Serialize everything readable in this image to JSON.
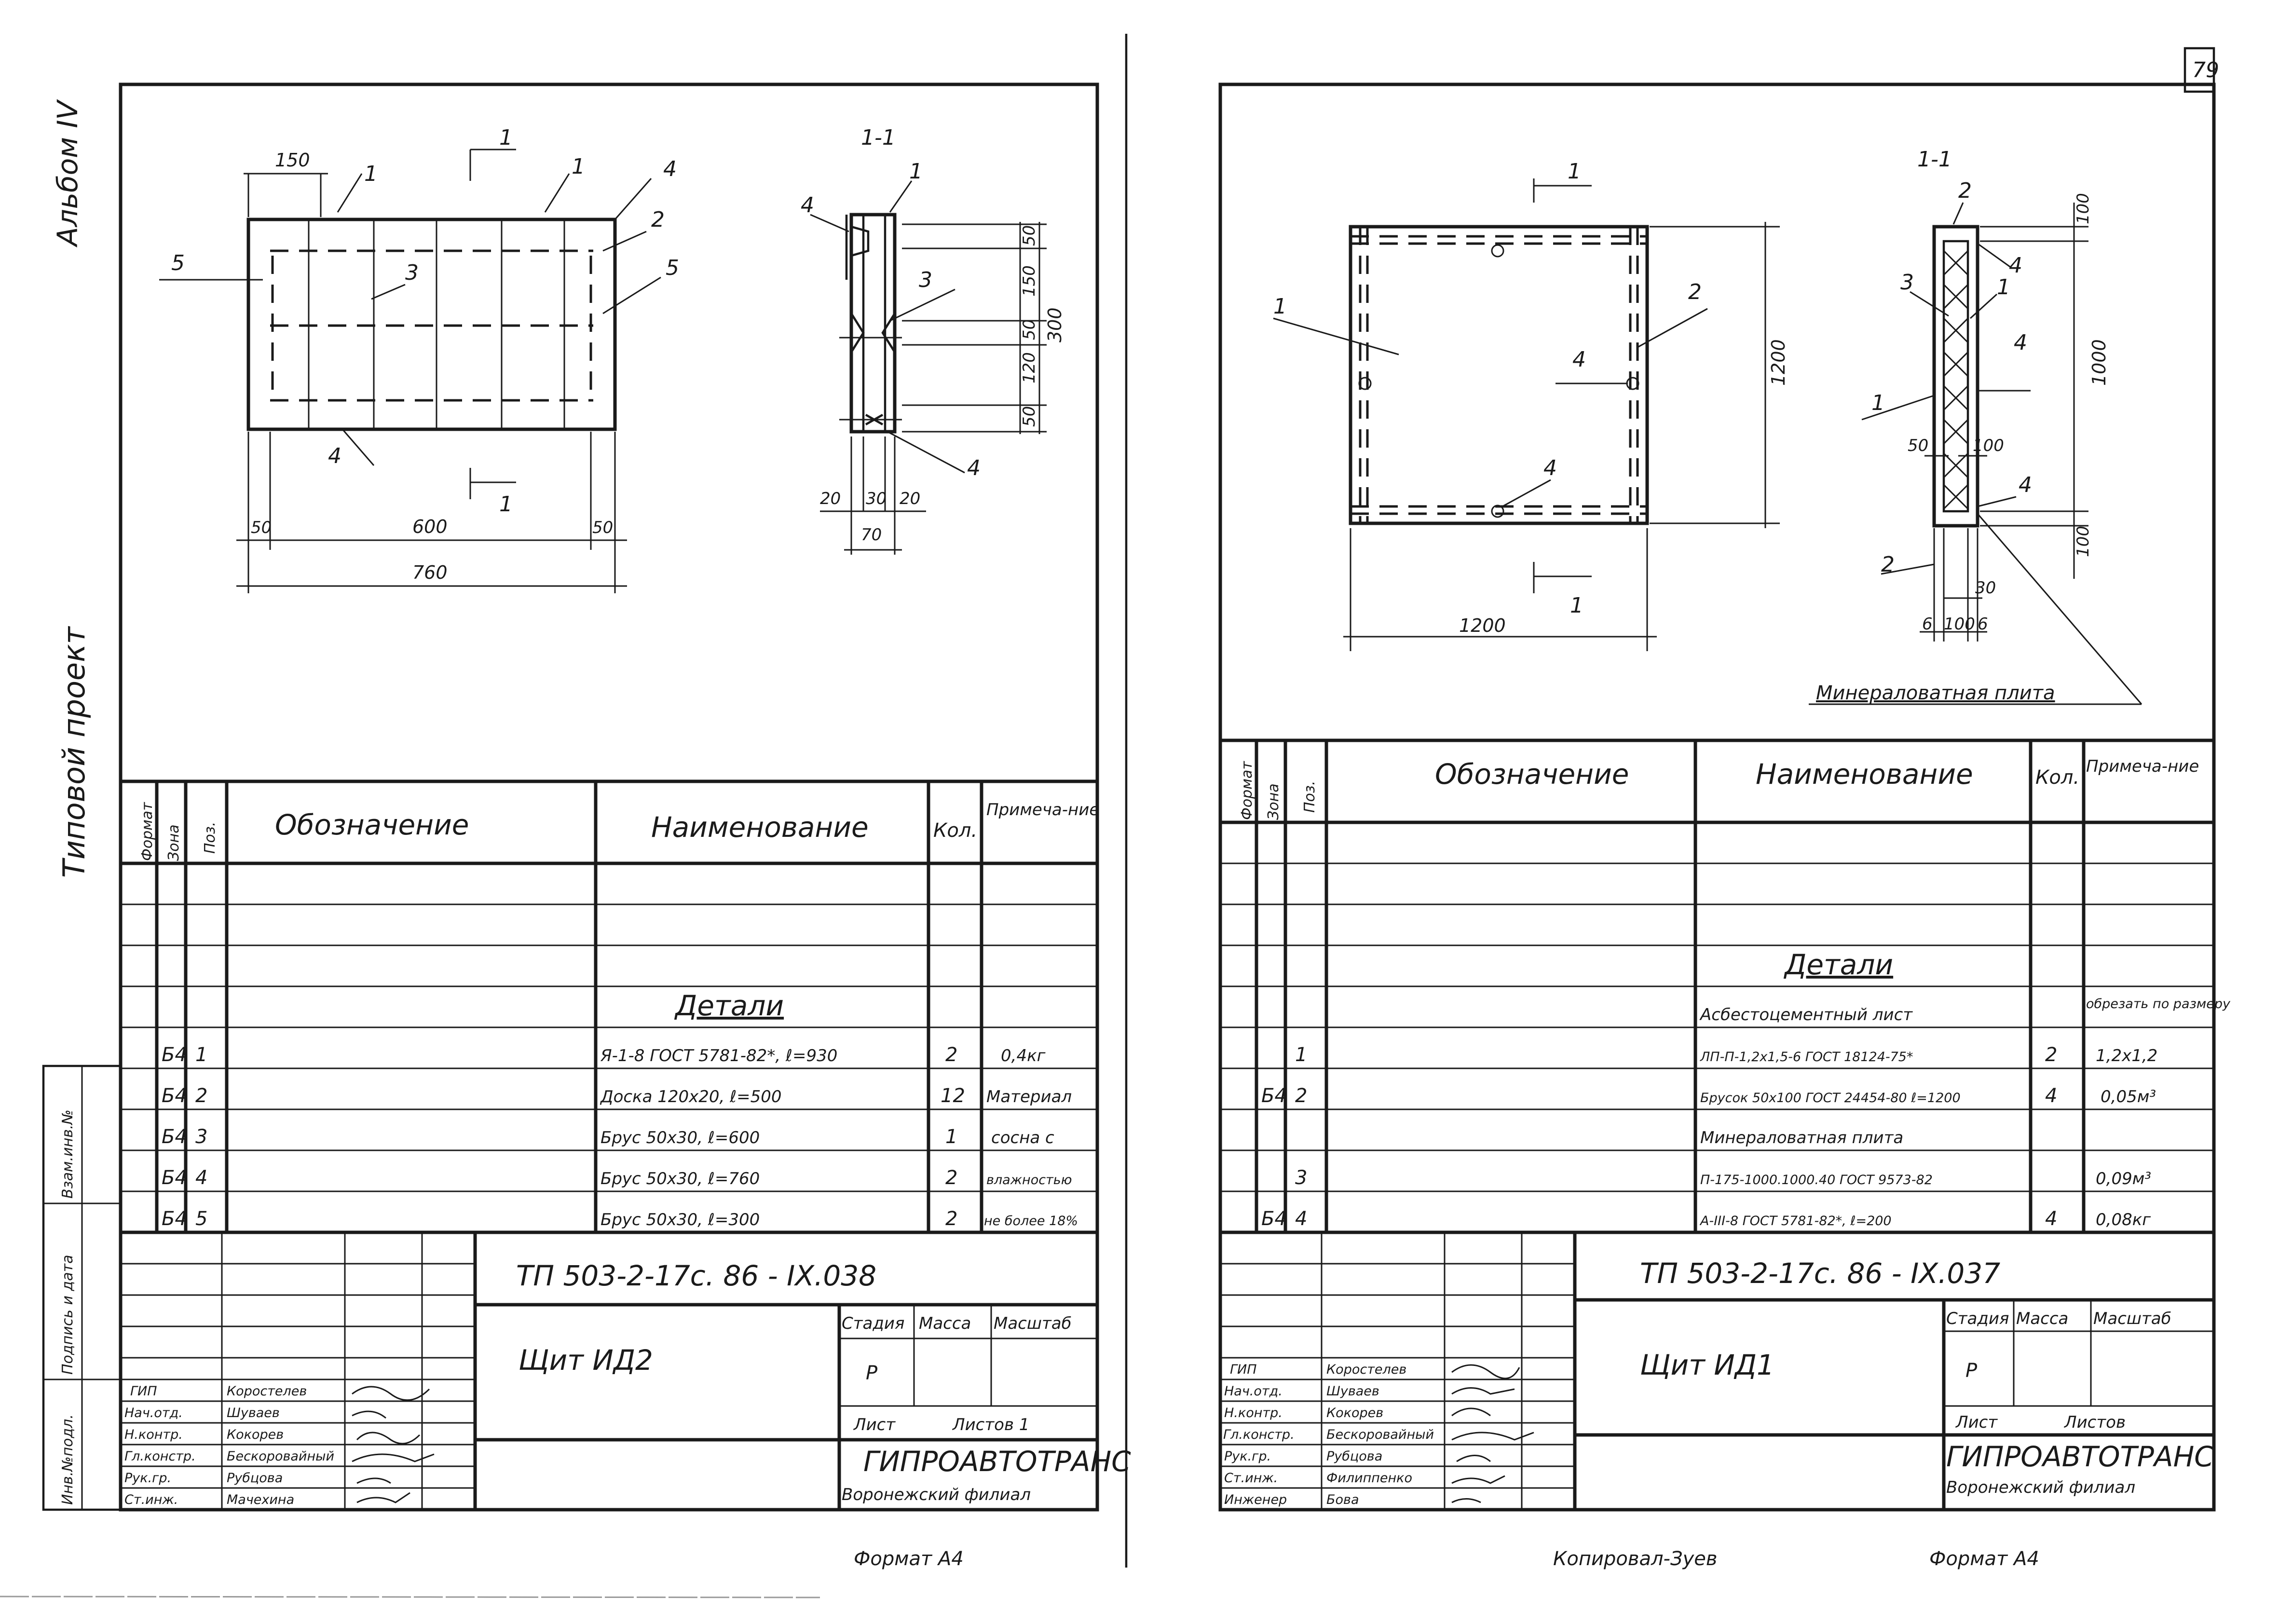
{
  "page_number": "79",
  "margin": {
    "album": "Альбом IV",
    "project_type": "Типовой проект",
    "stamp_labels": [
      "Инв.№подл.",
      "Подпись и дата",
      "Взам.инв.№"
    ]
  },
  "format_note": "Формат А4",
  "copied_by": "Копировал-Зуев",
  "left_sheet": {
    "drawing": {
      "section_label": "1-1",
      "cut_marks": [
        "1",
        "1"
      ],
      "dims_plan": {
        "top": "150",
        "width_inner": "600",
        "width_total": "760",
        "edge_left": "50",
        "edge_right": "50"
      },
      "dims_section": {
        "top": "50",
        "mid1": "150",
        "mid2": "50",
        "mid3": "120",
        "mid4": "50",
        "total": "300",
        "b1": "20",
        "b2": "30",
        "b3": "20",
        "base": "70"
      },
      "callouts": [
        "1",
        "1",
        "4",
        "2",
        "5",
        "5",
        "3",
        "4",
        "4",
        "1",
        "3",
        "4"
      ]
    },
    "spec": {
      "headers": {
        "format": "Формат",
        "zone": "Зона",
        "pos": "Поз.",
        "designation": "Обозначение",
        "name": "Наименование",
        "qty": "Кол.",
        "note": "Примеча-ние"
      },
      "section": "Детали",
      "rows": [
        {
          "format": "Б4",
          "pos": "1",
          "name": "Я-1-8 ГОСТ 5781-82*, ℓ=930",
          "qty": "2",
          "note": "0,4кг"
        },
        {
          "format": "Б4",
          "pos": "2",
          "name": "Доска 120х20, ℓ=500",
          "qty": "12",
          "note": "Материал"
        },
        {
          "format": "Б4",
          "pos": "3",
          "name": "Брус 50х30, ℓ=600",
          "qty": "1",
          "note": "сосна с"
        },
        {
          "format": "Б4",
          "pos": "4",
          "name": "Брус 50х30, ℓ=760",
          "qty": "2",
          "note": "влажностью"
        },
        {
          "format": "Б4",
          "pos": "5",
          "name": "Брус 50х30, ℓ=300",
          "qty": "2",
          "note": "не более 18%"
        }
      ]
    },
    "title_block": {
      "code": "ТП    503-2-17с. 86 -   IX.038",
      "title": "Щит     ИД2",
      "stage_label": "Стадия",
      "mass_label": "Масса",
      "scale_label": "Масштаб",
      "stage": "Р",
      "sheet_label": "Лист",
      "sheets_label": "Листов 1",
      "org": "ГИПРОАВТОТРАНС",
      "branch": "Воронежский филиал",
      "roles": [
        {
          "role": "ГИП",
          "name": "Коростелев"
        },
        {
          "role": "Нач.отд.",
          "name": "Шуваев"
        },
        {
          "role": "Н.контр.",
          "name": "Кокорев"
        },
        {
          "role": "Гл.констр.",
          "name": "Бескоровайный"
        },
        {
          "role": "Рук.гр.",
          "name": "Рубцова"
        },
        {
          "role": "Ст.инж.",
          "name": "Мачехина"
        }
      ]
    }
  },
  "right_sheet": {
    "drawing": {
      "section_label": "1-1",
      "cut_marks": [
        "1",
        "1"
      ],
      "dims_plan": {
        "width": "1200",
        "height": "1200"
      },
      "dims_section": {
        "top": "100",
        "mid": "1000",
        "bottom": "100",
        "left": "50",
        "inner": "100",
        "b30": "30",
        "b6a": "6",
        "b100": "100",
        "b6b": "6"
      },
      "callouts": [
        "1",
        "2",
        "4",
        "4",
        "2",
        "4",
        "3",
        "1",
        "4",
        "1",
        "4",
        "2"
      ],
      "material_label": "Минераловатная плита"
    },
    "spec": {
      "headers": {
        "format": "Формат",
        "zone": "Зона",
        "pos": "Поз.",
        "designation": "Обозначение",
        "name": "Наименование",
        "qty": "Кол.",
        "note": "Примеча-ние"
      },
      "section": "Детали",
      "rows": [
        {
          "format": "",
          "pos": "",
          "name": "Асбестоцементный лист",
          "qty": "",
          "note": "обрезать по размеру"
        },
        {
          "format": "",
          "pos": "1",
          "name": "ЛП-П-1,2х1,5-6 ГОСТ 18124-75*",
          "qty": "2",
          "note": "1,2х1,2"
        },
        {
          "format": "Б4",
          "pos": "2",
          "name": "Брусок 50х100 ГОСТ 24454-80 ℓ=1200",
          "qty": "4",
          "note": "0,05м³"
        },
        {
          "format": "",
          "pos": "",
          "name": "Минераловатная плита",
          "qty": "",
          "note": ""
        },
        {
          "format": "",
          "pos": "3",
          "name": "П-175-1000.1000.40 ГОСТ 9573-82",
          "qty": "",
          "note": "0,09м³"
        },
        {
          "format": "Б4",
          "pos": "4",
          "name": "А-III-8 ГОСТ 5781-82*, ℓ=200",
          "qty": "4",
          "note": "0,08кг"
        }
      ]
    },
    "title_block": {
      "code": "ТП    503-2-17с. 86 -    IX.037",
      "title": "Щит     ИД1",
      "stage_label": "Стадия",
      "mass_label": "Масса",
      "scale_label": "Масштаб",
      "stage": "Р",
      "sheet_label": "Лист",
      "sheets_label": "Листов",
      "org": "ГИПРОАВТОТРАНС",
      "branch": "Воронежский филиал",
      "roles": [
        {
          "role": "ГИП",
          "name": "Коростелев"
        },
        {
          "role": "Нач.отд.",
          "name": "Шуваев"
        },
        {
          "role": "Н.контр.",
          "name": "Кокорев"
        },
        {
          "role": "Гл.констр.",
          "name": "Бескоровайный"
        },
        {
          "role": "Рук.гр.",
          "name": "Рубцова"
        },
        {
          "role": "Ст.инж.",
          "name": "Филиппенко"
        },
        {
          "role": "Инженер",
          "name": "Бова"
        }
      ]
    }
  }
}
